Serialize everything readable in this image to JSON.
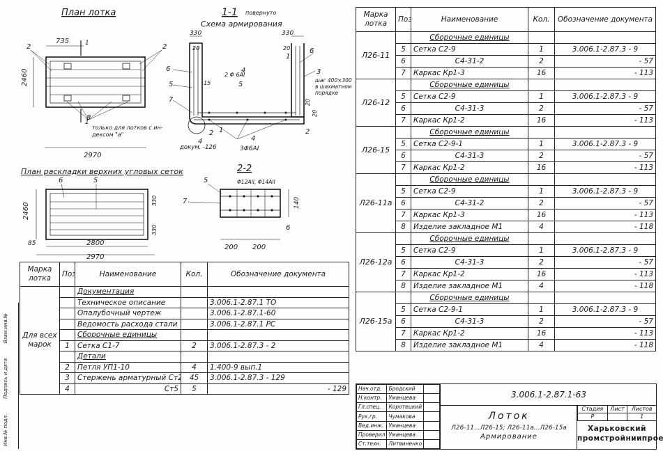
{
  "drawings": {
    "plan_title": "План лотка",
    "section_title": "1-1",
    "section_note": "повернуто",
    "section_subtitle": "Схема армирования",
    "layout_title": "План раскладки верхних угловых сеток",
    "sec22_title": "2-2",
    "plan_dims": {
      "d735": "735",
      "d2460": "2460",
      "d2970": "2970"
    },
    "plan_note": "только для лотков с ин-\nдексом \"а\"",
    "sec_dims": {
      "d330a": "330",
      "d330b": "330",
      "d20a": "20",
      "d20b": "20",
      "d15": "15",
      "d20c": "20",
      "d20d": "20"
    },
    "sec_notes": {
      "bars2": "2 Φ 6АI",
      "bars3": "3Φ6АI",
      "step": "шаг 400×300\nв шахматном\nпорядке",
      "dokum": "докум. -126"
    },
    "layout_dims": {
      "d2460": "2460",
      "d85": "85",
      "d2800": "2800",
      "d2970": "2970",
      "d330a": "330",
      "d330b": "330"
    },
    "sec22": {
      "note": "Φ12АII, Φ14АII",
      "d140": "140",
      "d200a": "200",
      "d200b": "200"
    },
    "labels": {
      "n1": "1",
      "n2": "2",
      "n3": "3",
      "n4": "4",
      "n5": "5",
      "n6": "6",
      "n7": "7",
      "n8": "8"
    }
  },
  "spec_right": {
    "headers": [
      "Марка лотка",
      "Поз.",
      "Наименование",
      "Кол.",
      "Обозначение документа"
    ],
    "groups": [
      {
        "mark": "Л26-11",
        "rows": [
          {
            "pos": "",
            "name": "Сборочные единицы",
            "qty": "",
            "doc": "",
            "hdr": true
          },
          {
            "pos": "5",
            "name": "Сетка  С2-9",
            "qty": "1",
            "doc": "3.006.1-2.87.3 - 9"
          },
          {
            "pos": "6",
            "name": "С4-31-2",
            "qty": "2",
            "doc": "- 57"
          },
          {
            "pos": "7",
            "name": "Каркас  Кр1-3",
            "qty": "16",
            "doc": "- 113"
          }
        ]
      },
      {
        "mark": "Л26-12",
        "rows": [
          {
            "pos": "",
            "name": "Сборочные единицы",
            "qty": "",
            "doc": "",
            "hdr": true
          },
          {
            "pos": "5",
            "name": "Сетка  С2-9",
            "qty": "1",
            "doc": "3.006.1-2.87.3 - 9"
          },
          {
            "pos": "6",
            "name": "С4-31-3",
            "qty": "2",
            "doc": "- 57"
          },
          {
            "pos": "7",
            "name": "Каркас  Кр1-2",
            "qty": "16",
            "doc": "- 113"
          }
        ]
      },
      {
        "mark": "Л26-15",
        "rows": [
          {
            "pos": "",
            "name": "Сборочные единицы",
            "qty": "",
            "doc": "",
            "hdr": true
          },
          {
            "pos": "5",
            "name": "Сетка  С2-9-1",
            "qty": "1",
            "doc": "3.006.1-2.87.3 - 9"
          },
          {
            "pos": "6",
            "name": "С4-31-3",
            "qty": "2",
            "doc": "- 57"
          },
          {
            "pos": "7",
            "name": "Каркас  Кр1-2",
            "qty": "16",
            "doc": "- 113"
          }
        ]
      },
      {
        "mark": "Л26-11а",
        "rows": [
          {
            "pos": "",
            "name": "Сборочные единицы",
            "qty": "",
            "doc": "",
            "hdr": true
          },
          {
            "pos": "5",
            "name": "Сетка  С2-9",
            "qty": "1",
            "doc": "3.006.1-2.87.3 - 9"
          },
          {
            "pos": "6",
            "name": "С4-31-2",
            "qty": "2",
            "doc": "- 57"
          },
          {
            "pos": "7",
            "name": "Каркас  Кр1-3",
            "qty": "16",
            "doc": "- 113"
          },
          {
            "pos": "8",
            "name": "Изделие закладное  М1",
            "qty": "4",
            "doc": "- 118"
          }
        ]
      },
      {
        "mark": "Л26-12а",
        "rows": [
          {
            "pos": "",
            "name": "Сборочные единицы",
            "qty": "",
            "doc": "",
            "hdr": true
          },
          {
            "pos": "5",
            "name": "Сетка  С2-9",
            "qty": "1",
            "doc": "3.006.1-2.87.3 - 9"
          },
          {
            "pos": "6",
            "name": "С4-31-3",
            "qty": "2",
            "doc": "- 57"
          },
          {
            "pos": "7",
            "name": "Каркас  Кр1-2",
            "qty": "16",
            "doc": "- 113"
          },
          {
            "pos": "8",
            "name": "Изделие закладное  М1",
            "qty": "4",
            "doc": "- 118"
          }
        ]
      },
      {
        "mark": "Л26-15а",
        "rows": [
          {
            "pos": "",
            "name": "Сборочные единицы",
            "qty": "",
            "doc": "",
            "hdr": true
          },
          {
            "pos": "5",
            "name": "Сетка  С2-9-1",
            "qty": "1",
            "doc": "3.006.1-2.87.3 - 9"
          },
          {
            "pos": "6",
            "name": "С4-31-3",
            "qty": "2",
            "doc": "- 57"
          },
          {
            "pos": "7",
            "name": "Каркас  Кр1-2",
            "qty": "16",
            "doc": "- 113"
          },
          {
            "pos": "8",
            "name": "Изделие закладное  М1",
            "qty": "4",
            "doc": "- 118"
          }
        ]
      }
    ]
  },
  "spec_left": {
    "headers": [
      "Марка лотка",
      "Поз.",
      "Наименование",
      "Кол.",
      "Обозначение документа"
    ],
    "mark": "Для всех марок",
    "rows": [
      {
        "pos": "",
        "name": "Документация",
        "qty": "",
        "doc": "",
        "hdr": true
      },
      {
        "pos": "",
        "name": "Техническое описание",
        "qty": "",
        "doc": "3.006.1-2.87.1  ТО"
      },
      {
        "pos": "",
        "name": "Опалубочный чертеж",
        "qty": "",
        "doc": "3.006.1-2.87.1-60"
      },
      {
        "pos": "",
        "name": "Ведомость расхода стали",
        "qty": "",
        "doc": "3.006.1-2.87.1  РС"
      },
      {
        "pos": "",
        "name": "Сборочные единицы",
        "qty": "",
        "doc": "",
        "hdr": true
      },
      {
        "pos": "1",
        "name": "Сетка   С1-7",
        "qty": "2",
        "doc": "3.006.1-2.87.3 - 2"
      },
      {
        "pos": "",
        "name": "Детали",
        "qty": "",
        "doc": "",
        "hdr": true
      },
      {
        "pos": "2",
        "name": "Петля  УП1-10",
        "qty": "4",
        "doc": "1.400-9  вып.1"
      },
      {
        "pos": "3",
        "name": "Стержень арматурный Ст2",
        "qty": "45",
        "doc": "3.006.1-2.87.3  - 129"
      },
      {
        "pos": "4",
        "name": "Ст5",
        "qty": "5",
        "doc": "- 129"
      }
    ]
  },
  "title_block": {
    "roles": [
      {
        "role": "Нач.отд.",
        "name": "Бродский"
      },
      {
        "role": "Н.контр.",
        "name": "Уманцева"
      },
      {
        "role": "Гл.спец.",
        "name": "Коротецкий"
      },
      {
        "role": "Рук.гр.",
        "name": "Чумакова"
      },
      {
        "role": "Вед.инж.",
        "name": "Уманцева"
      },
      {
        "role": "Проверил",
        "name": "Уманцева"
      },
      {
        "role": "Ст.техн.",
        "name": "Литвиненко"
      }
    ],
    "code": "3.006.1-2.87.1-63",
    "title": "Лоток",
    "subtitle": "Л26-11...Л26-15; Л26-11а...Л26-15а",
    "subtitle2": "Армирование",
    "stage_hdr": [
      "Стадия",
      "Лист",
      "Листов"
    ],
    "stage_val": [
      "Р",
      "",
      "1"
    ],
    "org": "Харьковский\nпромстройниипроект"
  },
  "side_strip": [
    "Инв.№ подл.",
    "Подпись и дата",
    "Взам.инв.№"
  ]
}
